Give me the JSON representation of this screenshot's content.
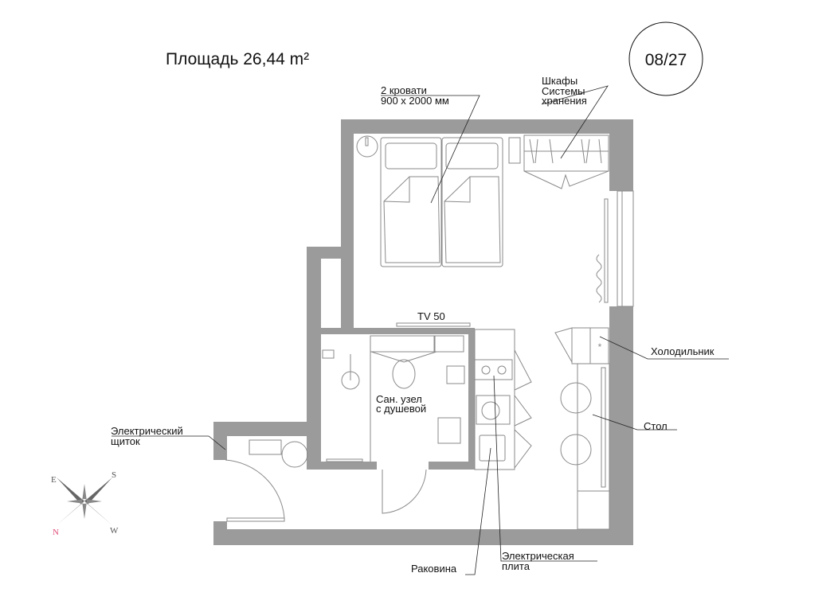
{
  "header": {
    "area_label": "Площадь 26,44 m²",
    "unit_number": "08/27"
  },
  "labels": {
    "beds_line1": "2 кровати",
    "beds_line2": "900 x 2000 мм",
    "storage_line1": "Шкафы",
    "storage_line2": "Системы",
    "storage_line3": "хранения",
    "tv": "TV 50",
    "fridge": "Холодильник",
    "table": "Стол",
    "bathroom_line1": "Сан. узел",
    "bathroom_line2": "с душевой",
    "panel_line1": "Электрический",
    "panel_line2": "щиток",
    "sink": "Раковина",
    "stove_line1": "Электрическая",
    "stove_line2": "плита"
  },
  "compass": {
    "n": "N",
    "e": "E",
    "s": "S",
    "w": "W",
    "n_color": "#e0507a"
  },
  "colors": {
    "wall": "#9b9b9b",
    "furniture": "#8a8a8a"
  }
}
